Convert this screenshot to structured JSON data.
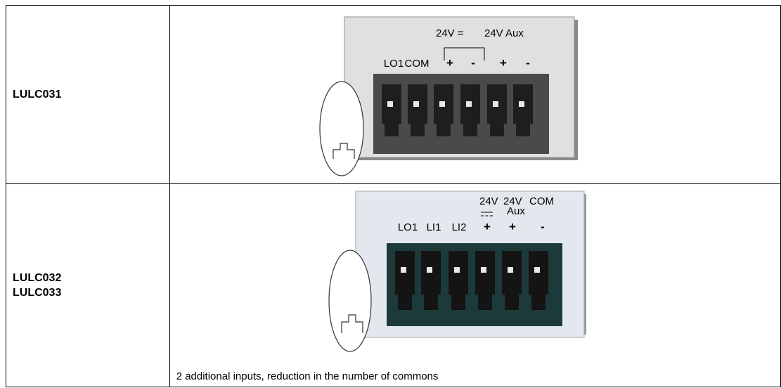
{
  "rows": [
    {
      "models": [
        "LULC031"
      ],
      "terminal_labels": [
        "LO1",
        "COM",
        "+",
        "-",
        "+",
        "-"
      ],
      "group_labels": {
        "supply": "24V =",
        "aux": "24V Aux"
      },
      "note": ""
    },
    {
      "models": [
        "LULC032",
        "LULC033"
      ],
      "terminal_labels": [
        "LO1",
        "LI1",
        "LI2",
        "+",
        "+",
        "-"
      ],
      "group_labels": {
        "supply": "24V",
        "aux_top": "24V",
        "aux_bottom": "Aux",
        "com": "COM"
      },
      "note": "2 additional inputs, reduction in the number of commons"
    }
  ],
  "colors": {
    "panel_row1": "#e0e0e0",
    "panel_row2": "#e2e8ed",
    "block_row1": "#4a4a4a",
    "block_row2": "#1d3a3a",
    "terminal": "#1a1a1a",
    "led": "#e8e8e8"
  }
}
